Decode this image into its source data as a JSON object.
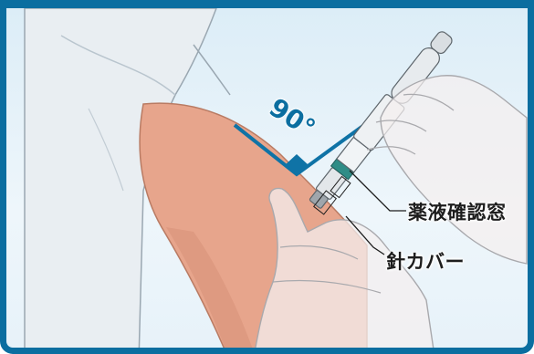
{
  "angle": {
    "text": "90°"
  },
  "labels": {
    "drug_window": "薬液確認窓",
    "needle_cover": "針カバー"
  },
  "colors": {
    "frame": "#0b6ea0",
    "angle_marker": "#0f73a6",
    "skin": "#e7a58c",
    "pen_band": "#2f8d87"
  }
}
